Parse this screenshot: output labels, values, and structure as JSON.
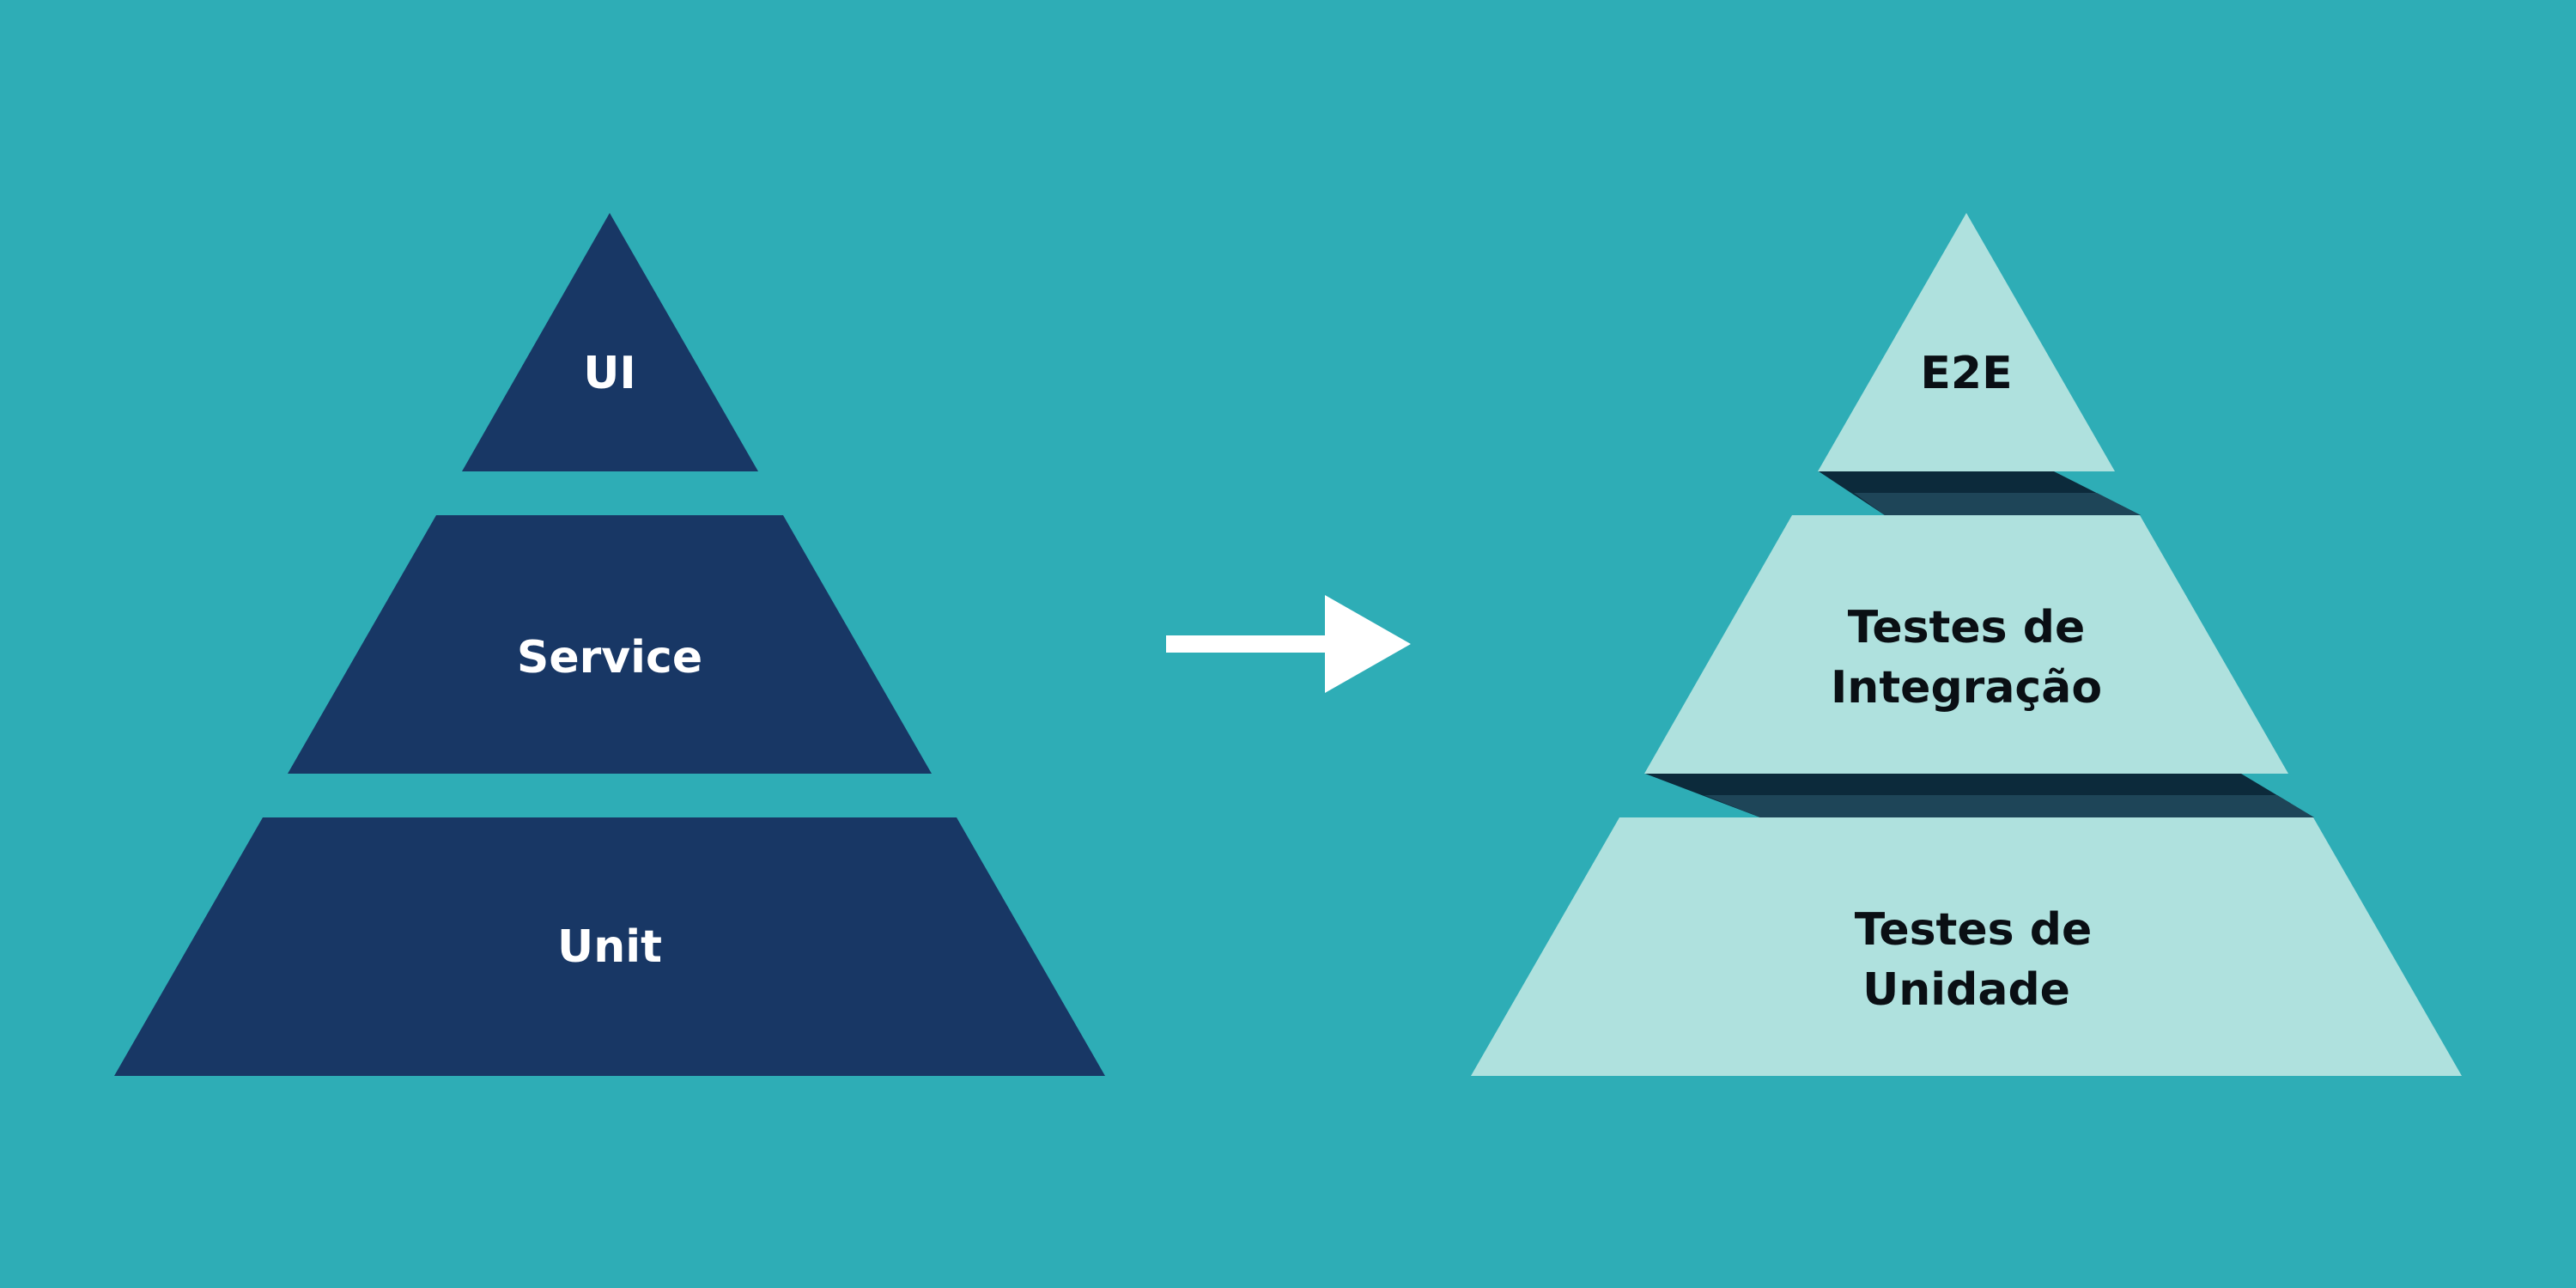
{
  "colors": {
    "background": "#2eadb6",
    "left_pyramid": "#183765",
    "right_pyramid": "#afe1de",
    "right_shadow_dark": "#0c2a3b",
    "right_shadow_light": "#1e4558",
    "arrow": "#ffffff",
    "left_text": "#ffffff",
    "right_text": "#0a0f14"
  },
  "left_pyramid": {
    "layers": [
      {
        "label": "UI"
      },
      {
        "label": "Service"
      },
      {
        "label": "Unit"
      }
    ]
  },
  "arrow": {
    "icon": "arrow-right-icon"
  },
  "right_pyramid": {
    "layers": [
      {
        "line1": "E2E",
        "line2": ""
      },
      {
        "line1": "Testes de",
        "line2": "Integração"
      },
      {
        "line1": "Testes de",
        "line2": "Unidade"
      }
    ]
  }
}
